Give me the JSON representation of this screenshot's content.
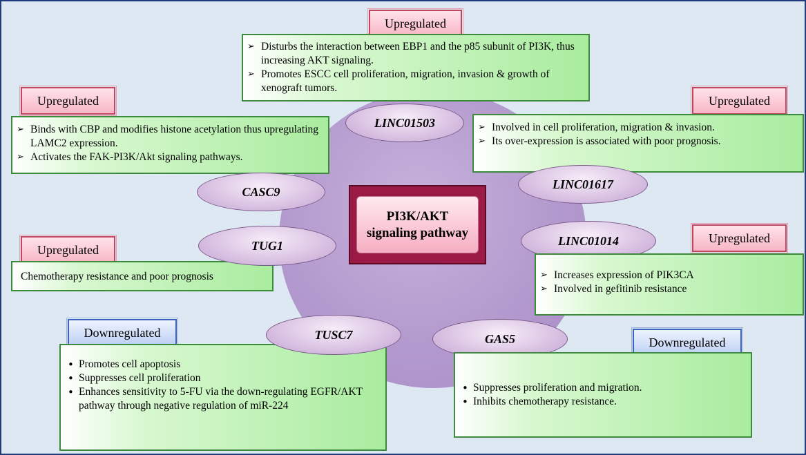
{
  "center": {
    "line1": "PI3K/AKT",
    "line2": "signaling pathway"
  },
  "nodes": {
    "linc01503": {
      "name": "LINC01503",
      "status": "Upregulated",
      "points": [
        "Disturbs the interaction between EBP1 and the p85 subunit of PI3K, thus increasing AKT signaling.",
        "Promotes ESCC cell proliferation, migration, invasion & growth of xenograft tumors."
      ]
    },
    "casc9": {
      "name": "CASC9",
      "status": "Upregulated",
      "points": [
        "Binds with CBP and modifies histone acetylation thus upregulating LAMC2 expression.",
        "Activates the FAK-PI3K/Akt signaling pathways."
      ]
    },
    "linc01617": {
      "name": "LINC01617",
      "status": "Upregulated",
      "points": [
        "Involved in cell proliferation, migration & invasion.",
        "Its over-expression is associated with poor prognosis."
      ]
    },
    "tug1": {
      "name": "TUG1",
      "status": "Upregulated",
      "text": "Chemotherapy resistance and poor prognosis"
    },
    "linc01014": {
      "name": "LINC01014",
      "status": "Upregulated",
      "points": [
        "Increases expression of PIK3CA",
        "Involved in gefitinib resistance"
      ]
    },
    "tusc7": {
      "name": "TUSC7",
      "status": "Downregulated",
      "points": [
        "Promotes cell apoptosis",
        "Suppresses cell proliferation",
        "Enhances sensitivity to 5-FU via the down-regulating EGFR/AKT pathway through negative regulation of miR-224"
      ]
    },
    "gas5": {
      "name": "GAS5",
      "status": "Downregulated",
      "points": [
        "Suppresses proliferation and migration.",
        "Inhibits chemotherapy resistance."
      ]
    }
  },
  "colors": {
    "upregulated_border": "#c0455f",
    "downregulated_border": "#3e63b8",
    "box_border": "#3c8a3c",
    "center_frame": "#9b1a45",
    "circle": "#b39ace"
  }
}
